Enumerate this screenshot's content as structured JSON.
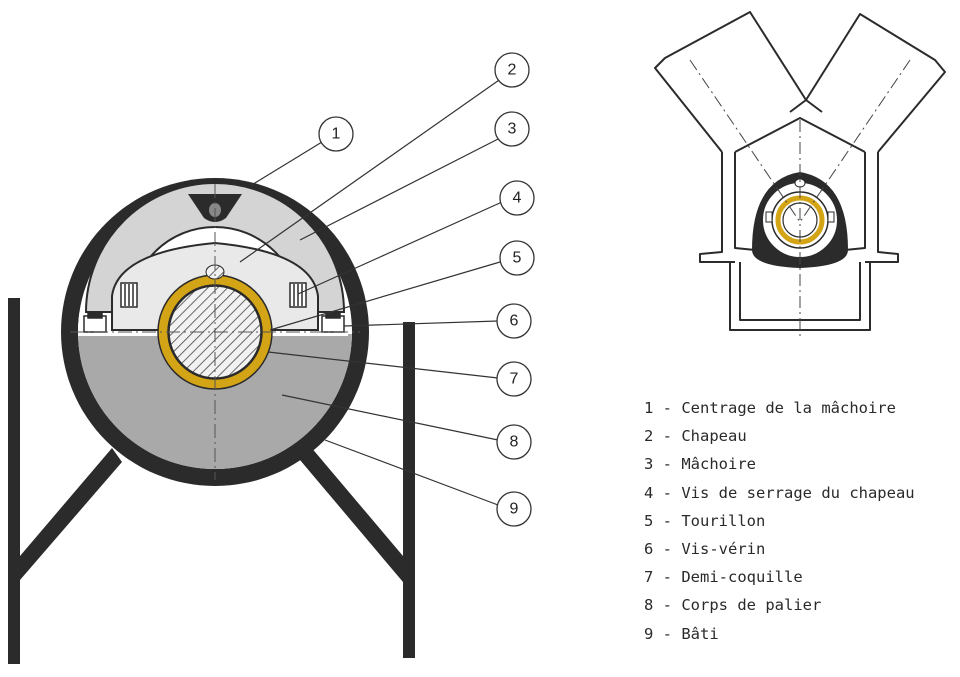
{
  "callouts": [
    {
      "num": "1"
    },
    {
      "num": "2"
    },
    {
      "num": "3"
    },
    {
      "num": "4"
    },
    {
      "num": "5"
    },
    {
      "num": "6"
    },
    {
      "num": "7"
    },
    {
      "num": "8"
    },
    {
      "num": "9"
    }
  ],
  "legend": [
    {
      "num": "1",
      "label": "Centrage de la mâchoire"
    },
    {
      "num": "2",
      "label": "Chapeau"
    },
    {
      "num": "3",
      "label": "Mâchoire"
    },
    {
      "num": "4",
      "label": "Vis de serrage du chapeau"
    },
    {
      "num": "5",
      "label": "Tourillon"
    },
    {
      "num": "6",
      "label": "Vis-vérin"
    },
    {
      "num": "7",
      "label": "Demi-coquille"
    },
    {
      "num": "8",
      "label": "Corps de palier"
    },
    {
      "num": "9",
      "label": "Bâti"
    }
  ],
  "colors": {
    "frame": "#2b2b2b",
    "body_gray": "#a9a9a9",
    "jaw_gray": "#d4d4d4",
    "cap_gray": "#e7e7e7",
    "half_shell": "#d4a417",
    "hatch": "#444444"
  }
}
